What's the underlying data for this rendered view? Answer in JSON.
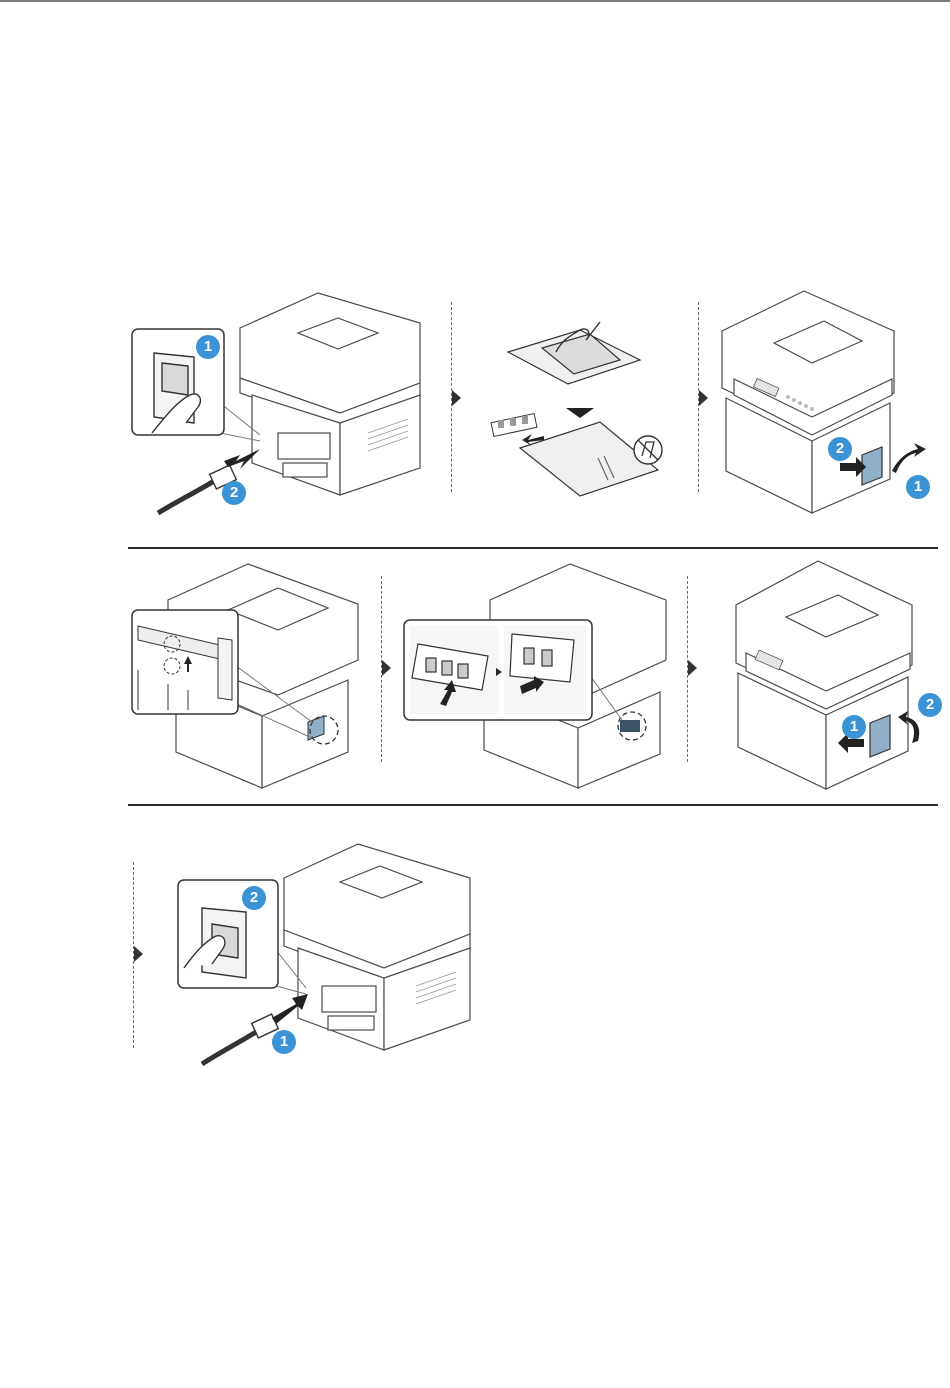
{
  "steps": [
    {
      "id": "unplug",
      "badges": [
        "1",
        "2"
      ]
    },
    {
      "id": "unpack-memory",
      "badges": []
    },
    {
      "id": "open-cover",
      "badges": [
        "2",
        "1"
      ]
    },
    {
      "id": "release-clips",
      "badges": []
    },
    {
      "id": "insert-module",
      "badges": []
    },
    {
      "id": "close-cover",
      "badges": [
        "1",
        "2"
      ]
    },
    {
      "id": "replug",
      "badges": [
        "2",
        "1"
      ]
    }
  ],
  "colors": {
    "badge": "#3b93d6",
    "accent_cover": "#8fb0c8",
    "line": "#4a4a4a"
  },
  "icons": [
    "power-switch-icon",
    "power-cord-icon",
    "memory-module-icon",
    "antistatic-bag-icon",
    "push-arrow-icon",
    "rotate-arrow-icon",
    "zoom-callout-icon",
    "static-warning-icon"
  ]
}
